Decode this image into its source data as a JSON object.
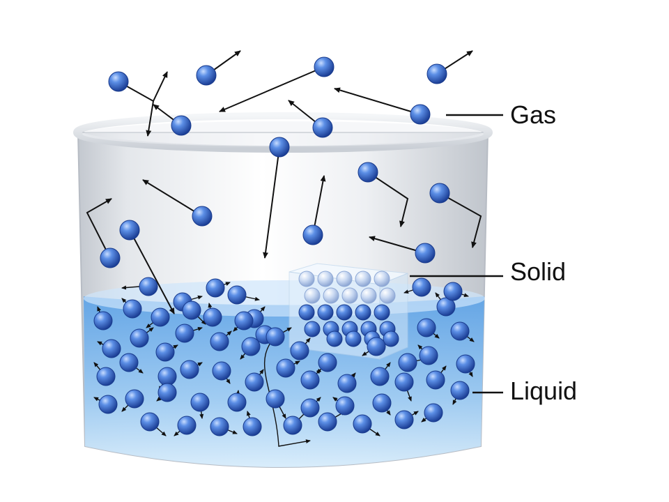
{
  "labels": {
    "gas": "Gas",
    "solid": "Solid",
    "liquid": "Liquid"
  },
  "colors": {
    "molecule": "#2d5fc4",
    "molecule_highlight": "#9fc0ff",
    "liquid": "#7fb6ea",
    "container": "#d8dde3",
    "ice": "#e8f4ff",
    "arrow": "#111111"
  },
  "icons": {
    "molecule": "sphere",
    "motion": "arrow"
  }
}
